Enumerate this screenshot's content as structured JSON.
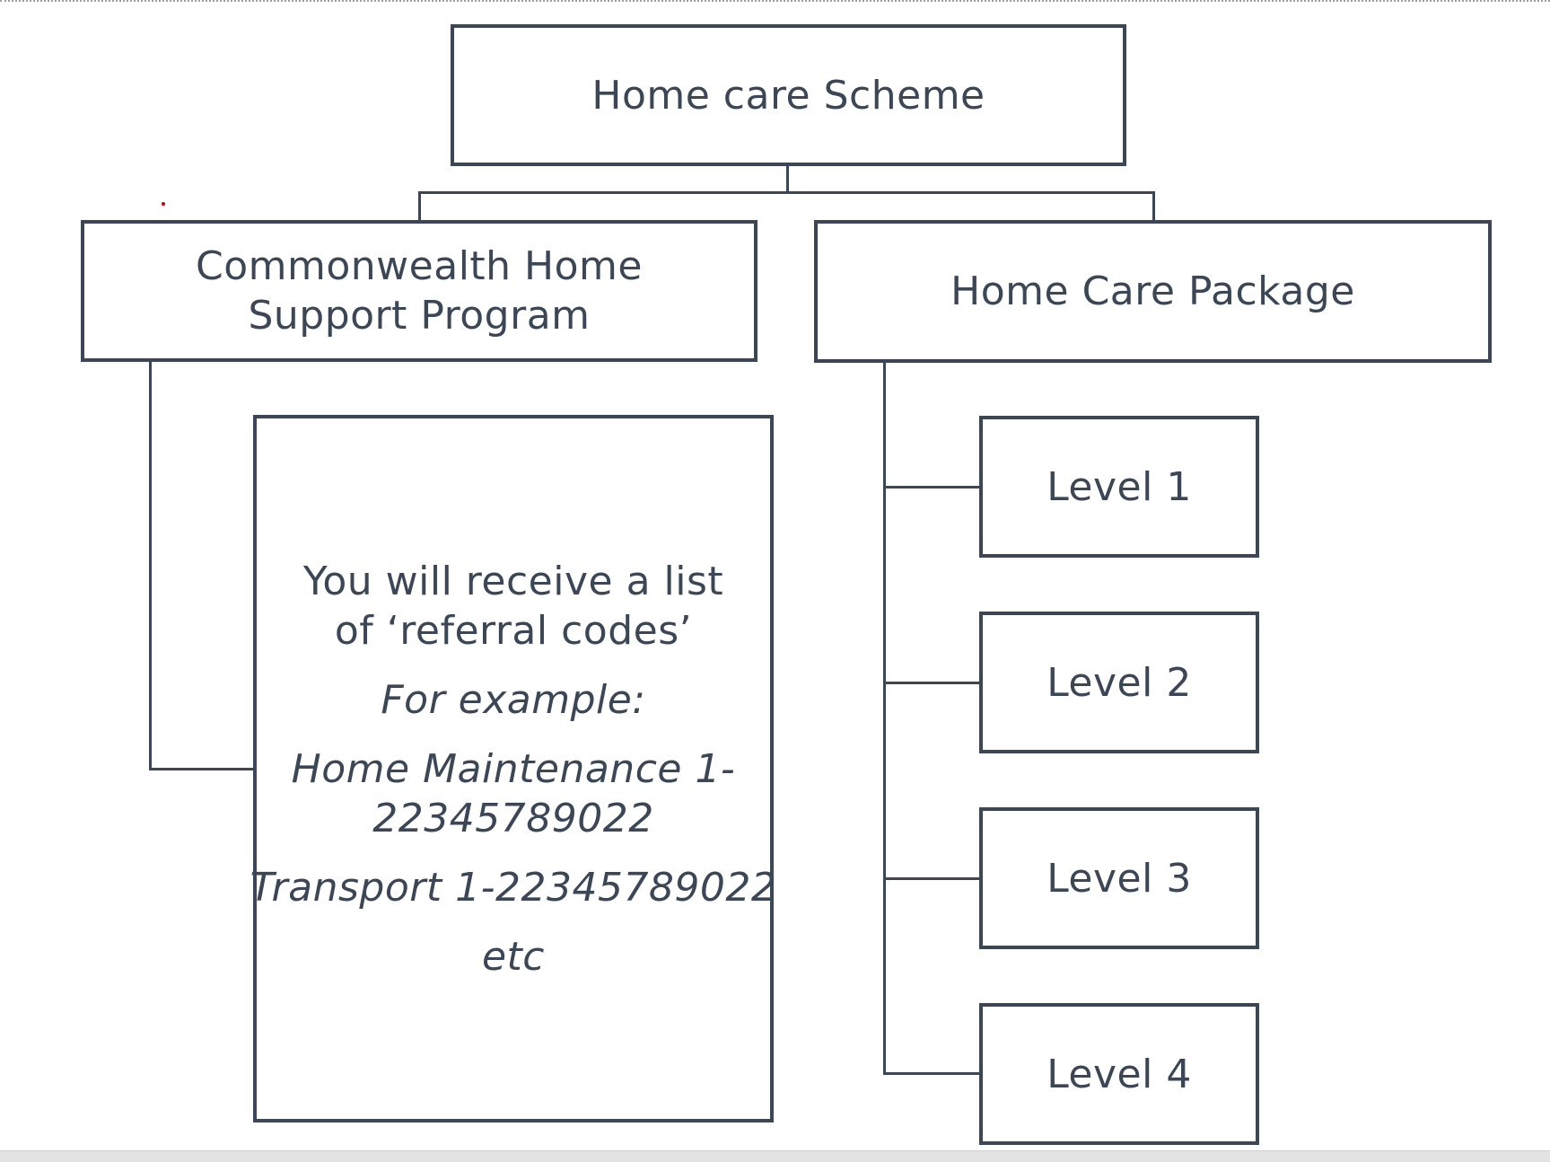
{
  "diagram": {
    "root": {
      "label": "Home care Scheme"
    },
    "left_branch": {
      "label": "Commonwealth Home Support Program",
      "details": {
        "intro": "You will receive a list of ‘referral codes’",
        "example_heading": "For example:",
        "example_1": "Home Maintenance 1-22345789022",
        "example_2": "Transport 1-22345789022",
        "etc": "etc"
      }
    },
    "right_branch": {
      "label": "Home Care Package",
      "levels": [
        {
          "label": "Level 1"
        },
        {
          "label": "Level 2"
        },
        {
          "label": "Level 3"
        },
        {
          "label": "Level 4"
        }
      ]
    }
  },
  "colors": {
    "box_border": "#3b4656",
    "text": "#3b4656",
    "background": "#ffffff"
  }
}
